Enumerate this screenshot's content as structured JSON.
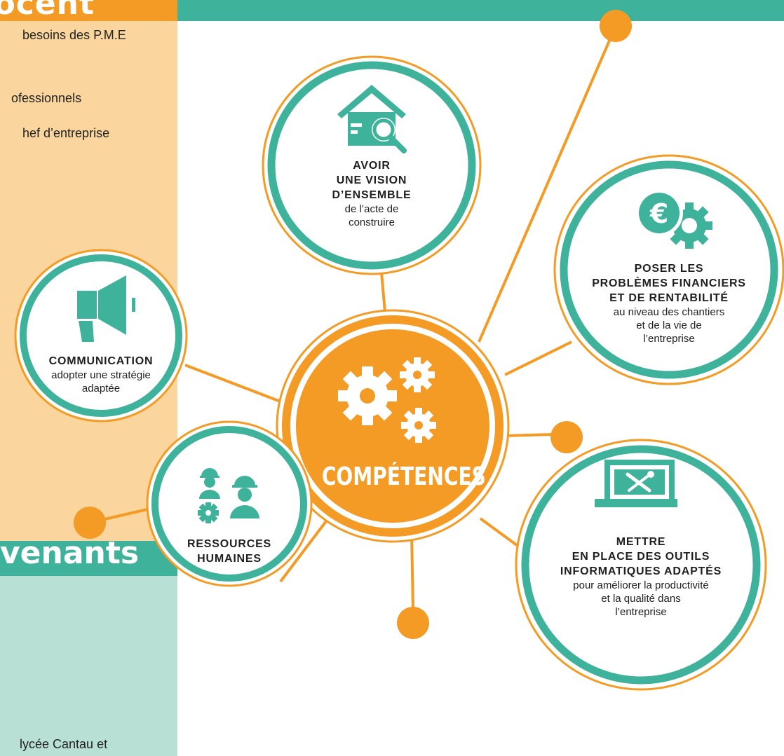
{
  "headers": {
    "top_left_fragment": "ocent",
    "bottom_left_fragment": "venants"
  },
  "left_texts": {
    "line1": "besoins des P.M.E",
    "line2": "ofessionnels",
    "line3": "hef d’entreprise",
    "bottom_line": "lycée Cantau et"
  },
  "center": {
    "label": "COMPÉTENCES"
  },
  "nodes": {
    "vision": {
      "title_lines": [
        "AVOIR",
        "UNE VISION",
        "D’ENSEMBLE"
      ],
      "subtitle_lines": [
        "de l’acte de",
        "construire"
      ],
      "icon": "house-search-icon"
    },
    "finance": {
      "title_lines": [
        "POSER LES",
        "PROBLÈMES FINANCIERS",
        "ET DE RENTABILITÉ"
      ],
      "subtitle_lines": [
        "au niveau des chantiers",
        "et de la vie de",
        "l’entreprise"
      ],
      "icon": "euro-gear-icon"
    },
    "communication": {
      "title_lines": [
        "COMMUNICATION"
      ],
      "subtitle_lines": [
        "adopter une stratégie",
        "adaptée"
      ],
      "icon": "megaphone-icon"
    },
    "hr": {
      "title_lines": [
        "RESSOURCES",
        "HUMAINES"
      ],
      "subtitle_lines": [],
      "icon": "workers-gear-icon"
    },
    "it": {
      "title_lines": [
        "METTRE",
        "EN PLACE DES OUTILS",
        "INFORMATIQUES ADAPTÉS"
      ],
      "subtitle_lines": [
        "pour améliorer la productivité",
        "et la qualité dans",
        "l’entreprise"
      ],
      "icon": "computer-tools-icon"
    }
  },
  "colors": {
    "orange": "#f39b25",
    "teal": "#3fb29c",
    "light_orange": "#fad59e",
    "light_teal": "#b9e0d5"
  }
}
